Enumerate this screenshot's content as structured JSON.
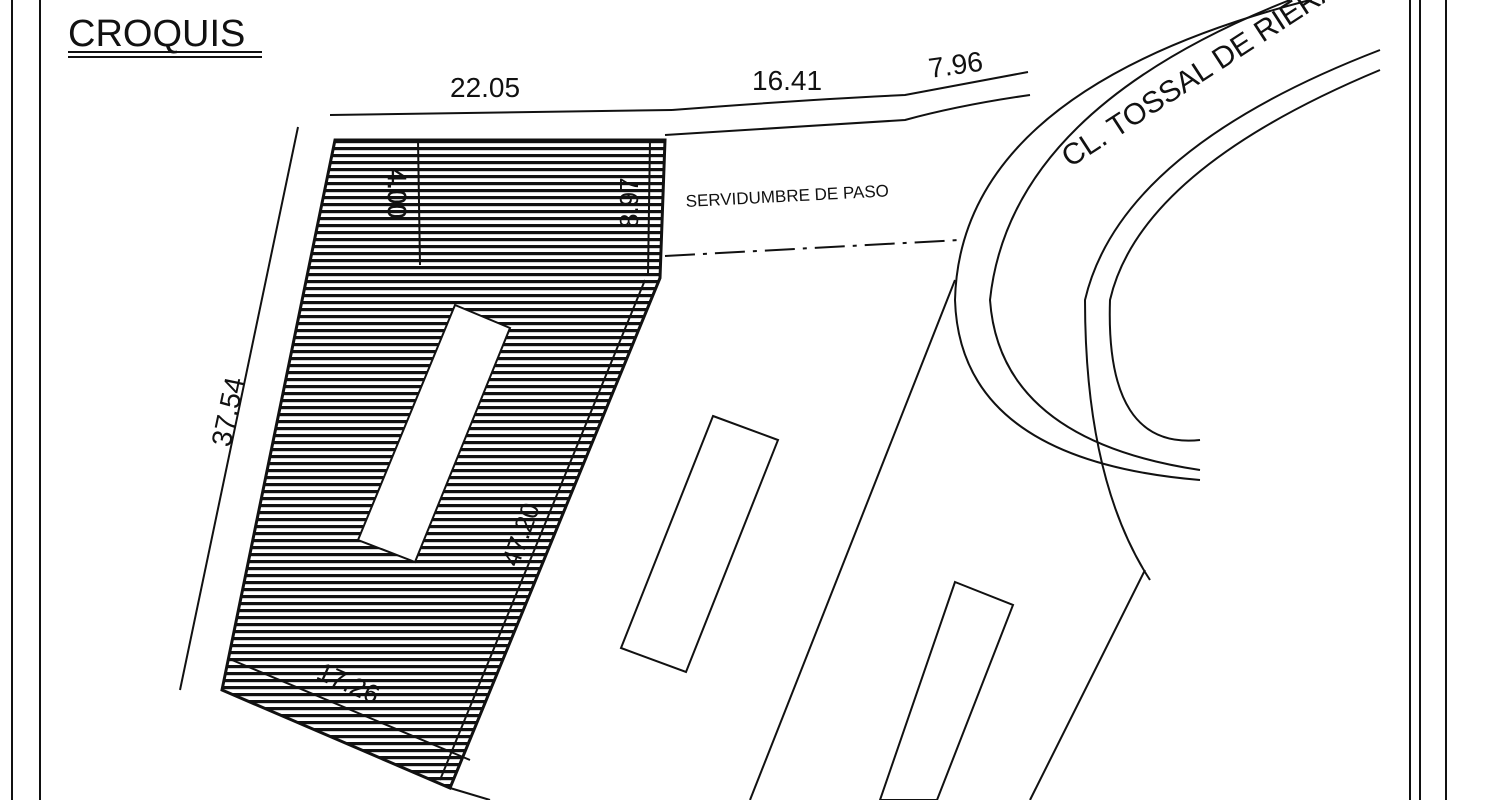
{
  "title": "CROQUIS",
  "dimensions": {
    "top_left": "22.05",
    "top_middle": "16.41",
    "top_right": "7.96",
    "left_side": "37.54",
    "inner_vertical": "4.00",
    "right_vertical": "8.97",
    "diagonal_right": "47.20",
    "bottom": "17.26"
  },
  "labels": {
    "easement": "SERVIDUMBRE DE PASO",
    "street": "CL. TOSSAL DE RIERA"
  },
  "colors": {
    "ink": "#111111",
    "paper": "#ffffff"
  }
}
